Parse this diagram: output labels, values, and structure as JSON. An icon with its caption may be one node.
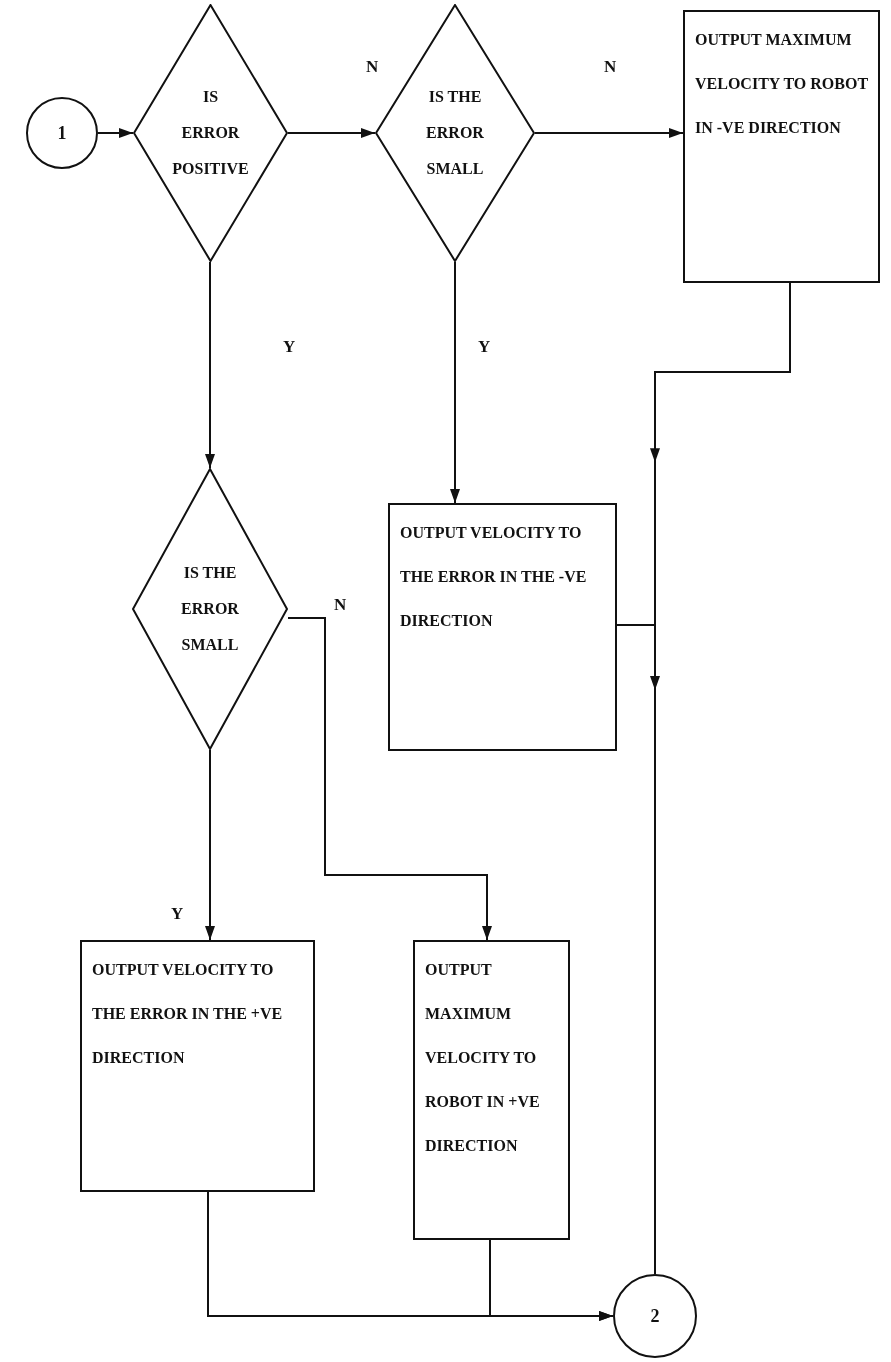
{
  "diagram": {
    "nodes": [
      {
        "text": [
          "1"
        ]
      },
      {
        "text": [
          "IS ERROR POSITIVE"
        ]
      },
      {
        "text": [
          "IS THE ERROR SMALL"
        ]
      },
      {
        "text": [
          "OUTPUT MAXIMUM VELOCITY TO ROBOT IN -VE DIRECTION"
        ]
      },
      {
        "text": [
          "OUTPUT VELOCITY TO THE ERROR IN THE -VE DIRECTION"
        ]
      },
      {
        "text": [
          "IS THE ERROR SMALL"
        ]
      },
      {
        "text": [
          "OUTPUT VELOCITY TO THE ERROR IN THE +VE DIRECTION"
        ]
      },
      {
        "text": [
          "OUTPUT MAXIMUM VELOCITY TO ROBOT IN +VE DIRECTION"
        ]
      },
      {
        "text": [
          "2"
        ]
      }
    ],
    "edges": [
      {
        "from": 0,
        "to": 1,
        "arrow": "to"
      },
      {
        "from": 1,
        "to": 2,
        "arrow": "to",
        "label": "N"
      },
      {
        "from": 2,
        "to": 3,
        "arrow": "to",
        "label": "N"
      },
      {
        "from": 2,
        "to": 4,
        "arrow": "to",
        "label": "Y"
      },
      {
        "from": 1,
        "to": 5,
        "arrow": "to",
        "label": "Y"
      },
      {
        "from": 5,
        "to": 6,
        "arrow": "to",
        "label": "Y"
      },
      {
        "from": 5,
        "to": 7,
        "arrow": "to",
        "label": "N"
      },
      {
        "from": 3,
        "to": 8,
        "arrow": "to"
      },
      {
        "from": 4,
        "to": 8,
        "arrow": "to"
      },
      {
        "from": 6,
        "to": 8,
        "arrow": "to"
      },
      {
        "from": 7,
        "to": 8,
        "arrow": "to"
      }
    ]
  }
}
